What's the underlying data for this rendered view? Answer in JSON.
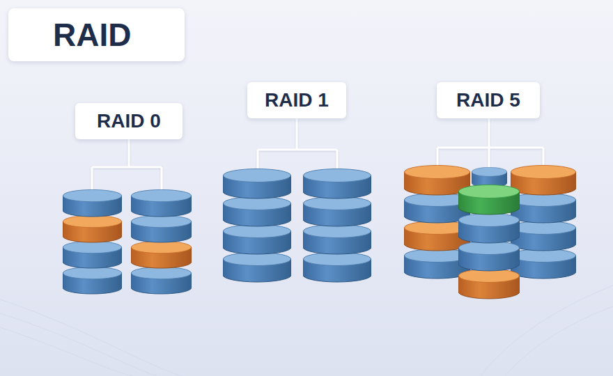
{
  "diagram": {
    "title": "RAID",
    "nodes": [
      {
        "text": [
          "RAID 0"
        ]
      },
      {
        "text": [
          "RAID 1"
        ]
      },
      {
        "text": [
          "RAID 5"
        ]
      }
    ]
  }
}
